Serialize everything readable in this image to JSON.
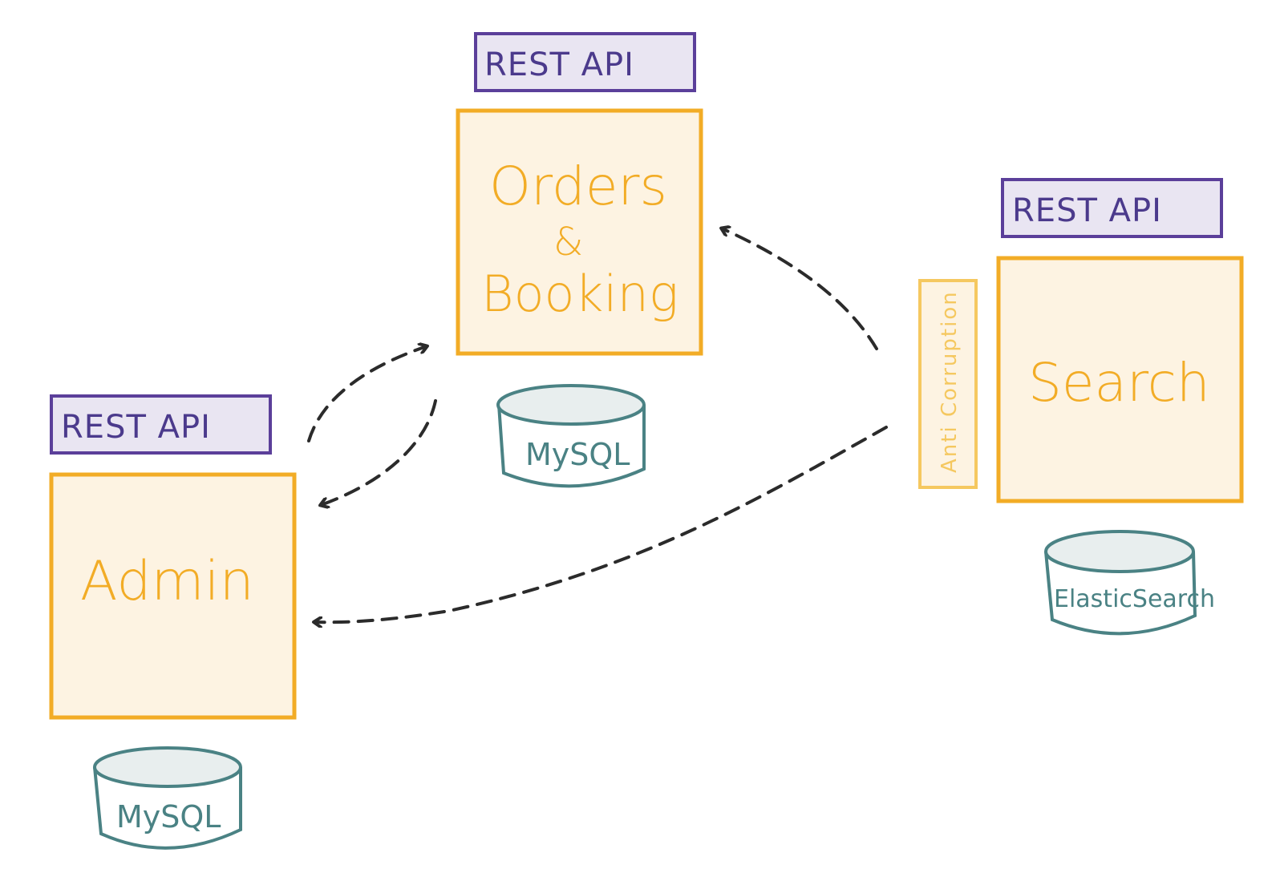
{
  "api_labels": {
    "orders": "REST API",
    "admin": "REST API",
    "search": "REST API"
  },
  "services": {
    "orders_line1": "Orders",
    "orders_line2": "&",
    "orders_line3": "Booking",
    "admin": "Admin",
    "search": "Search"
  },
  "anti_corruption": "Anti Corruption",
  "databases": {
    "orders": "MySQL",
    "admin": "MySQL",
    "search": "ElasticSearch"
  },
  "colors": {
    "api_border": "#5b3f9a",
    "api_fill": "#e9e5f2",
    "service_border": "#f2ac26",
    "service_fill": "#fdf3e2",
    "db_stroke": "#4a8284",
    "db_top_fill": "#e8eeee",
    "arrow": "#2b2b2b"
  }
}
